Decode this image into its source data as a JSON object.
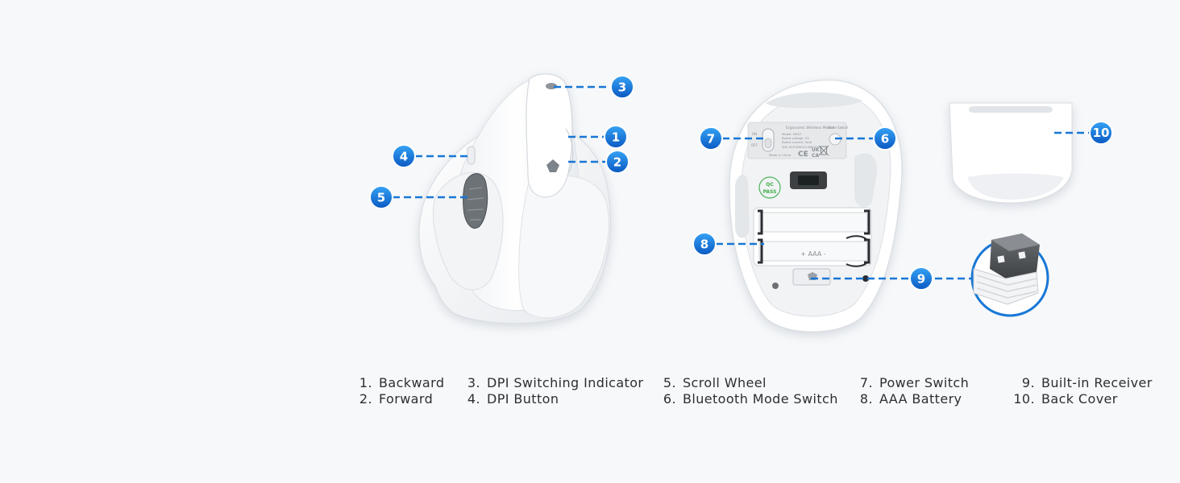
{
  "callouts": [
    {
      "number": "1",
      "label": "Backward"
    },
    {
      "number": "2",
      "label": "Forward"
    },
    {
      "number": "3",
      "label": "DPI Switching Indicator"
    },
    {
      "number": "4",
      "label": "DPI Button"
    },
    {
      "number": "5",
      "label": "Scroll Wheel"
    },
    {
      "number": "6",
      "label": "Bluetooth Mode Switch"
    },
    {
      "number": "7",
      "label": "Power Switch"
    },
    {
      "number": "8",
      "label": "AAA Battery"
    },
    {
      "number": "9",
      "label": "Built-in Receiver"
    },
    {
      "number": "10",
      "label": "Back Cover"
    }
  ],
  "legend": [
    {
      "num": "1.",
      "label": "Backward"
    },
    {
      "num": "2.",
      "label": "Forward"
    },
    {
      "num": "3.",
      "label": "DPI Switching Indicator"
    },
    {
      "num": "4.",
      "label": "DPI Button"
    },
    {
      "num": "5.",
      "label": "Scroll Wheel"
    },
    {
      "num": "6.",
      "label": "Bluetooth Mode Switch"
    },
    {
      "num": "7.",
      "label": "Power Switch"
    },
    {
      "num": "8.",
      "label": "AAA Battery"
    },
    {
      "num": "9.",
      "label": "Built-in Receiver"
    },
    {
      "num": "10.",
      "label": "Back Cover"
    }
  ],
  "label_plate": {
    "title": "Ergonomic Wireless Mouse",
    "mode_switch": "Mode Switch",
    "on": "ON",
    "off": "OFF",
    "ce": "CE",
    "ukca_top": "UK",
    "ukca_bottom": "CA",
    "made_in": "Made in China",
    "model": "Model: M507",
    "voltage": "Rated voltage: 3V",
    "current": "Rated current: 5mA",
    "serial": "S/N: KY51M0012408124"
  },
  "qc_badge": {
    "line1": "QC",
    "line2": "PASS"
  },
  "battery_marks": "+ AAA -",
  "colors": {
    "accent": "#1877d6",
    "badge_top": "#2f9bf0",
    "badge_bottom": "#0b5bc4",
    "background": "#f6f8fa"
  }
}
